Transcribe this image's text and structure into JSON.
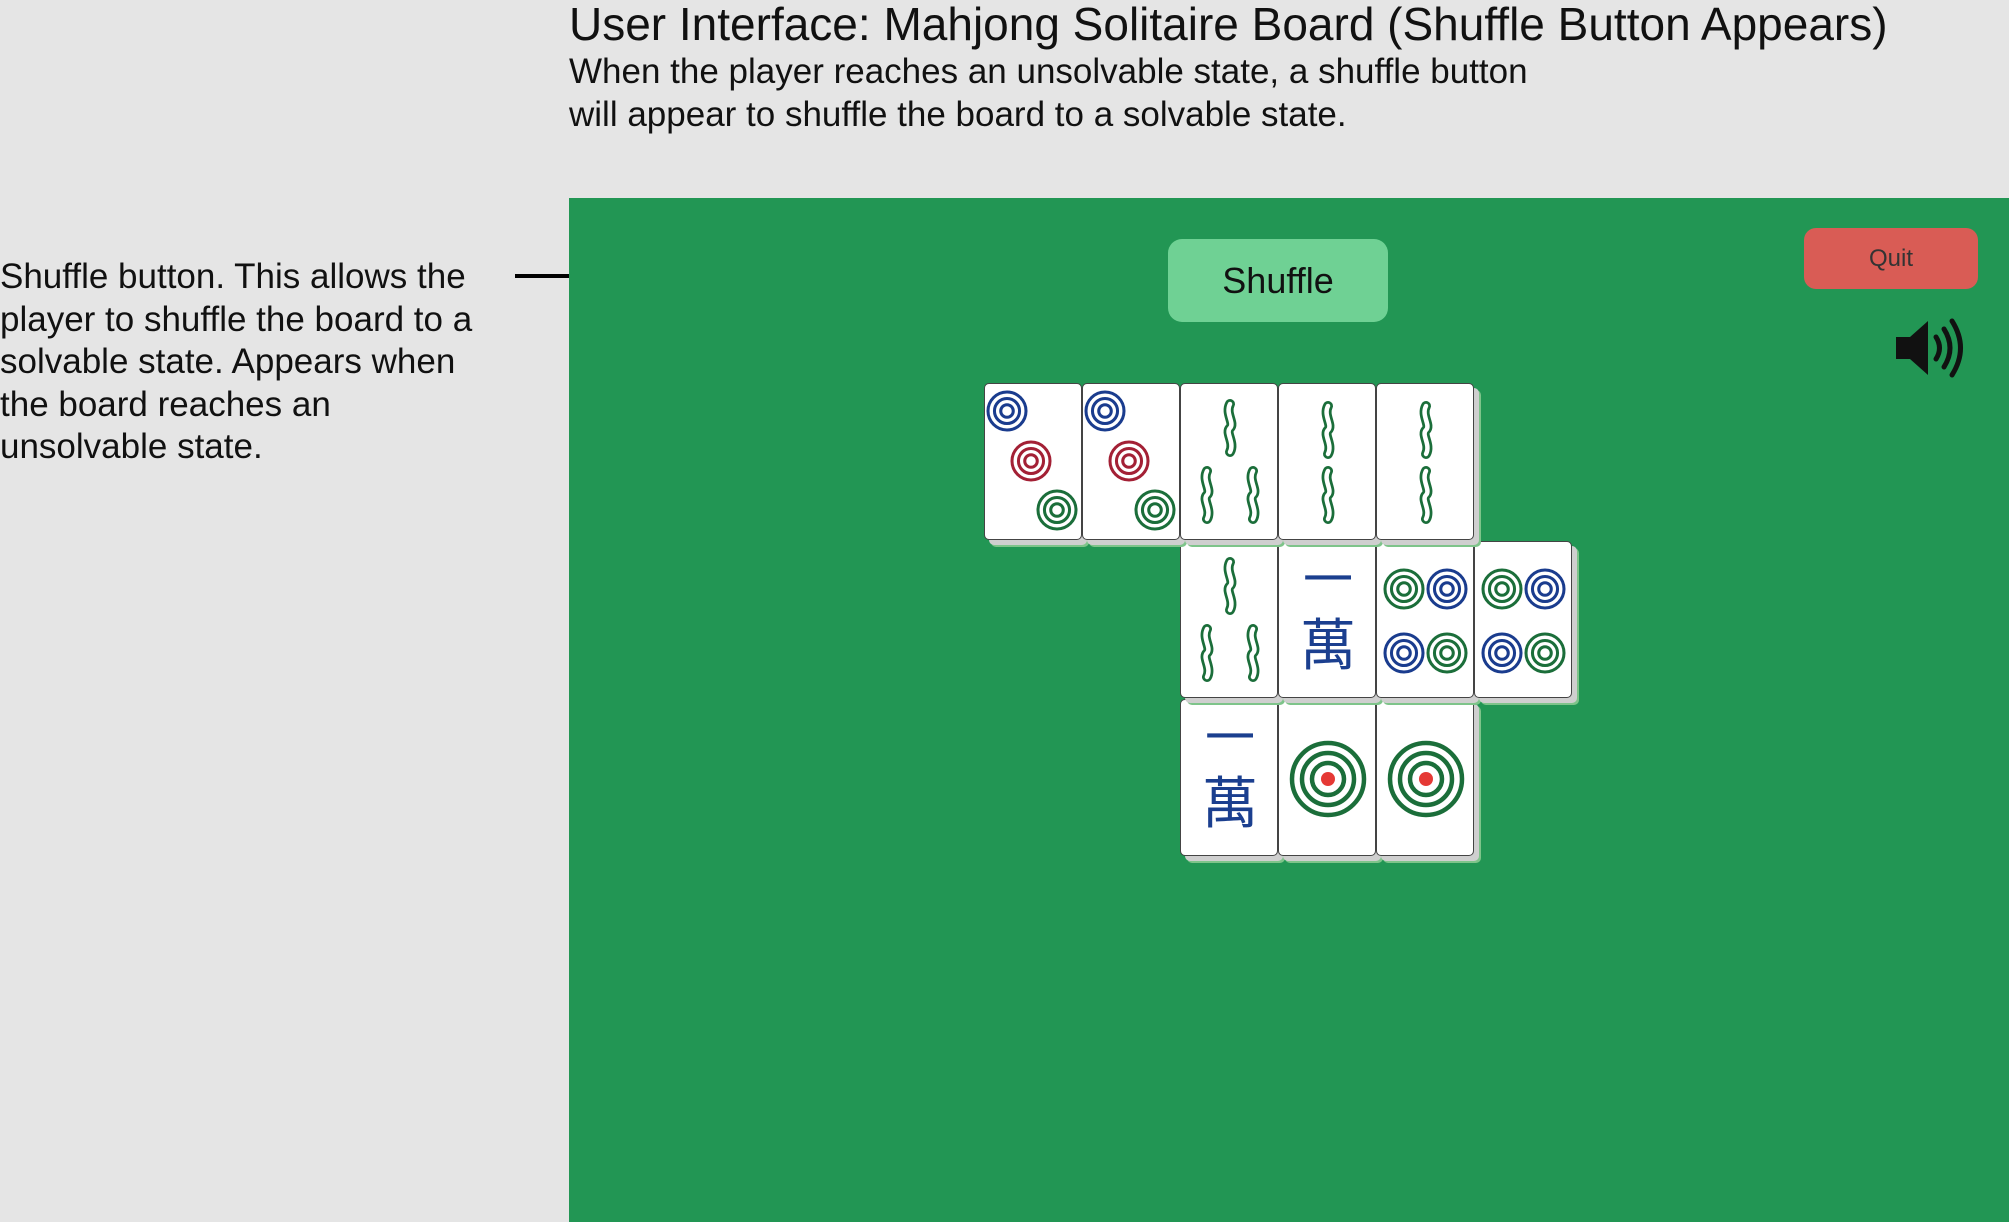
{
  "header": {
    "title": "User Interface: Mahjong Solitaire Board (Shuffle Button Appears)",
    "subtitle": "When the player reaches an unsolvable state, a shuffle button will appear to shuffle the board to a solvable state."
  },
  "annotation": {
    "text": "Shuffle button. This allows the player to shuffle the board to a solvable state. Appears when the board reaches an unsolvable state."
  },
  "board": {
    "background_color": "#229654",
    "shuffle_button": {
      "label": "Shuffle",
      "color": "#6fd194"
    },
    "quit_button": {
      "label": "Quit",
      "color": "#d95c55"
    },
    "sound_toggle": {
      "icon": "speaker-volume-icon"
    }
  },
  "tiles": [
    {
      "suit": "circles",
      "value": 3
    },
    {
      "suit": "circles",
      "value": 3
    },
    {
      "suit": "bamboo",
      "value": 3
    },
    {
      "suit": "bamboo",
      "value": 2
    },
    {
      "suit": "bamboo",
      "value": 2
    },
    {
      "suit": "bamboo",
      "value": 3
    },
    {
      "suit": "characters",
      "value": 1,
      "glyphs": [
        "一",
        "萬"
      ]
    },
    {
      "suit": "circles",
      "value": 4
    },
    {
      "suit": "circles",
      "value": 4
    },
    {
      "suit": "characters",
      "value": 1,
      "glyphs": [
        "一",
        "萬"
      ]
    },
    {
      "suit": "circles",
      "value": 1
    },
    {
      "suit": "circles",
      "value": 1
    }
  ]
}
